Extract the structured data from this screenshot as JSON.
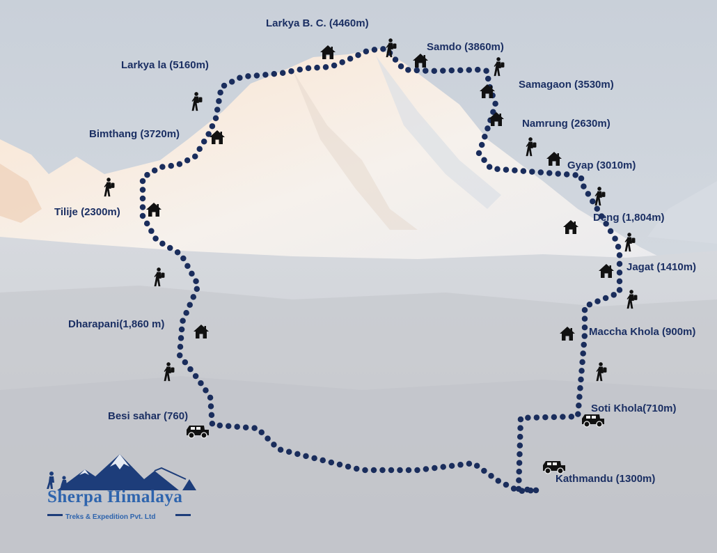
{
  "route_color": "#1a2d5c",
  "label_color": "#1b2f63",
  "places": [
    {
      "name": "Larkya B. C. (4460m)",
      "marker": "house-icon"
    },
    {
      "name": "Samdo (3860m)",
      "marker": "hiker-icon"
    },
    {
      "name": "Larkya la (5160m)",
      "marker": "hiker-icon"
    },
    {
      "name": "Samagaon (3530m)",
      "marker": "house-icon"
    },
    {
      "name": "Namrung (2630m)",
      "marker": "house-icon"
    },
    {
      "name": "Bimthang (3720m)",
      "marker": "house-icon"
    },
    {
      "name": "Gyap (3010m)",
      "marker": "house-icon"
    },
    {
      "name": "Tilije (2300m)",
      "marker": "house-icon"
    },
    {
      "name": "Deng (1,804m)",
      "marker": "house-icon"
    },
    {
      "name": "Jagat (1410m)",
      "marker": "house-icon"
    },
    {
      "name": "Dharapani(1,860 m)",
      "marker": "house-icon"
    },
    {
      "name": "Maccha Khola (900m)",
      "marker": "house-icon"
    },
    {
      "name": "Soti Khola(710m)",
      "marker": "jeep-icon"
    },
    {
      "name": "Besi sahar (760)",
      "marker": "jeep-icon"
    },
    {
      "name": "Kathmandu (1300m)",
      "marker": "jeep-icon"
    }
  ],
  "logo": {
    "name": "Sherpa Himalaya",
    "subtitle": "Treks & Expedition Pvt. Ltd",
    "color": "#2e64ad"
  }
}
